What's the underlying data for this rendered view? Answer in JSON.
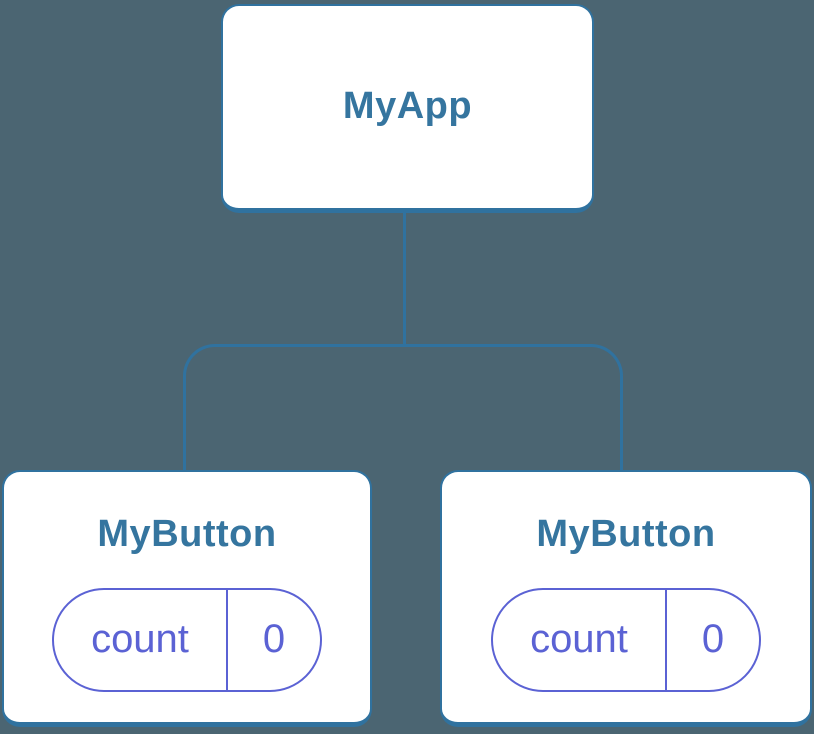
{
  "tree": {
    "root": {
      "label": "MyApp"
    },
    "children": [
      {
        "label": "MyButton",
        "state": {
          "key": "count",
          "value": "0"
        }
      },
      {
        "label": "MyButton",
        "state": {
          "key": "count",
          "value": "0"
        }
      }
    ]
  },
  "colors": {
    "background": "#4b6572",
    "line": "#30729f",
    "title": "#35759f",
    "accent": "#5b62d4",
    "card": "#ffffff"
  }
}
